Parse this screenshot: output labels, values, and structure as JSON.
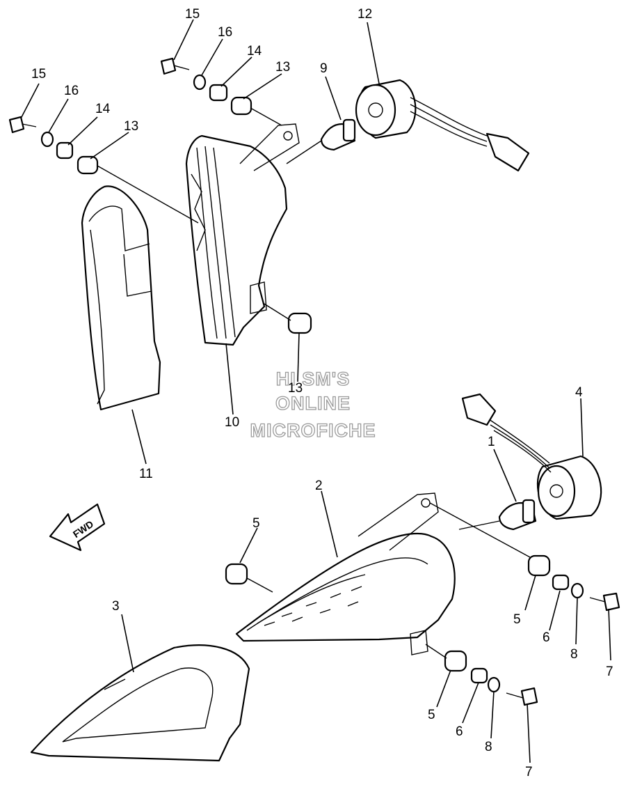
{
  "watermark": {
    "line1": "HI SM'S",
    "line2": "ONLINE",
    "line3": "MICROFICHE"
  },
  "direction_label": "FWD",
  "callouts": [
    {
      "key": "c15a",
      "label": "15"
    },
    {
      "key": "c16a",
      "label": "16"
    },
    {
      "key": "c14a",
      "label": "14"
    },
    {
      "key": "c13a",
      "label": "13"
    },
    {
      "key": "c15b",
      "label": "15"
    },
    {
      "key": "c16b",
      "label": "16"
    },
    {
      "key": "c14b",
      "label": "14"
    },
    {
      "key": "c13b",
      "label": "13"
    },
    {
      "key": "c9",
      "label": "9"
    },
    {
      "key": "c12",
      "label": "12"
    },
    {
      "key": "c13c",
      "label": "13"
    },
    {
      "key": "c10",
      "label": "10"
    },
    {
      "key": "c11",
      "label": "11"
    },
    {
      "key": "c4",
      "label": "4"
    },
    {
      "key": "c1",
      "label": "1"
    },
    {
      "key": "c2",
      "label": "2"
    },
    {
      "key": "c5a",
      "label": "5"
    },
    {
      "key": "c3",
      "label": "3"
    },
    {
      "key": "c5b",
      "label": "5"
    },
    {
      "key": "c6a",
      "label": "6"
    },
    {
      "key": "c8a",
      "label": "8"
    },
    {
      "key": "c7a",
      "label": "7"
    },
    {
      "key": "c5c",
      "label": "5"
    },
    {
      "key": "c6b",
      "label": "6"
    },
    {
      "key": "c8b",
      "label": "8"
    },
    {
      "key": "c7b",
      "label": "7"
    }
  ]
}
